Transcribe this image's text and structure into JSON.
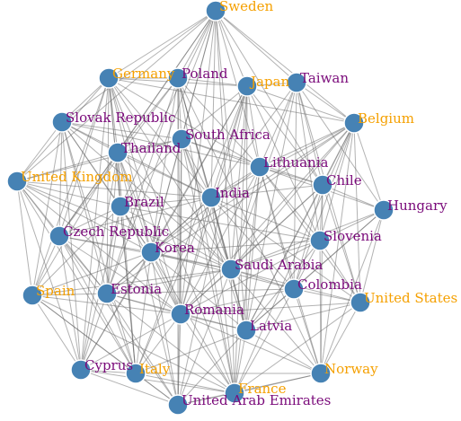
{
  "colors": {
    "node": "#4682b4",
    "edge": "#666666",
    "label_primary": "#f5a000",
    "label_secondary": "#7a0a7a"
  },
  "nodes": [
    {
      "id": "sweden",
      "label": "Sweden",
      "group": "primary"
    },
    {
      "id": "germany",
      "label": "Germany",
      "group": "primary"
    },
    {
      "id": "poland",
      "label": "Poland",
      "group": "secondary"
    },
    {
      "id": "japan",
      "label": "Japan",
      "group": "primary"
    },
    {
      "id": "taiwan",
      "label": "Taiwan",
      "group": "secondary"
    },
    {
      "id": "belgium",
      "label": "Belgium",
      "group": "primary"
    },
    {
      "id": "slovak",
      "label": "Slovak Republic",
      "group": "secondary"
    },
    {
      "id": "south_africa",
      "label": "South Africa",
      "group": "secondary"
    },
    {
      "id": "thailand",
      "label": "Thailand",
      "group": "secondary"
    },
    {
      "id": "lithuania",
      "label": "Lithuania",
      "group": "secondary"
    },
    {
      "id": "uk",
      "label": "United Kingdom",
      "group": "primary"
    },
    {
      "id": "chile",
      "label": "Chile",
      "group": "secondary"
    },
    {
      "id": "brazil",
      "label": "Brazil",
      "group": "secondary"
    },
    {
      "id": "india",
      "label": "India",
      "group": "secondary"
    },
    {
      "id": "hungary",
      "label": "Hungary",
      "group": "secondary"
    },
    {
      "id": "czech",
      "label": "Czech Republic",
      "group": "secondary"
    },
    {
      "id": "slovenia",
      "label": "Slovenia",
      "group": "secondary"
    },
    {
      "id": "korea",
      "label": "Korea",
      "group": "secondary"
    },
    {
      "id": "saudi",
      "label": "Saudi Arabia",
      "group": "secondary"
    },
    {
      "id": "spain",
      "label": "Spain",
      "group": "primary"
    },
    {
      "id": "estonia",
      "label": "Estonia",
      "group": "secondary"
    },
    {
      "id": "colombia",
      "label": "Colombia",
      "group": "secondary"
    },
    {
      "id": "us",
      "label": "United States",
      "group": "primary"
    },
    {
      "id": "romania",
      "label": "Romania",
      "group": "secondary"
    },
    {
      "id": "latvia",
      "label": "Latvia",
      "group": "secondary"
    },
    {
      "id": "cyprus",
      "label": "Cyprus",
      "group": "secondary"
    },
    {
      "id": "italy",
      "label": "Italy",
      "group": "primary"
    },
    {
      "id": "norway",
      "label": "Norway",
      "group": "primary"
    },
    {
      "id": "france",
      "label": "France",
      "group": "primary"
    },
    {
      "id": "uae",
      "label": "United Arab Emirates",
      "group": "secondary"
    }
  ],
  "edges": [
    [
      "sweden",
      "germany"
    ],
    [
      "sweden",
      "poland"
    ],
    [
      "sweden",
      "japan"
    ],
    [
      "sweden",
      "taiwan"
    ],
    [
      "sweden",
      "belgium"
    ],
    [
      "sweden",
      "thailand"
    ],
    [
      "sweden",
      "south_africa"
    ],
    [
      "sweden",
      "india"
    ],
    [
      "sweden",
      "korea"
    ],
    [
      "sweden",
      "uk"
    ],
    [
      "sweden",
      "brazil"
    ],
    [
      "sweden",
      "saudi"
    ],
    [
      "sweden",
      "romania"
    ],
    [
      "sweden",
      "latvia"
    ],
    [
      "sweden",
      "estonia"
    ],
    [
      "sweden",
      "slovak"
    ],
    [
      "sweden",
      "lithuania"
    ],
    [
      "sweden",
      "chile"
    ],
    [
      "sweden",
      "czech"
    ],
    [
      "germany",
      "poland"
    ],
    [
      "germany",
      "japan"
    ],
    [
      "germany",
      "slovak"
    ],
    [
      "germany",
      "thailand"
    ],
    [
      "germany",
      "uk"
    ],
    [
      "germany",
      "brazil"
    ],
    [
      "germany",
      "czech"
    ],
    [
      "germany",
      "india"
    ],
    [
      "germany",
      "korea"
    ],
    [
      "germany",
      "spain"
    ],
    [
      "germany",
      "estonia"
    ],
    [
      "germany",
      "romania"
    ],
    [
      "germany",
      "italy"
    ],
    [
      "germany",
      "france"
    ],
    [
      "germany",
      "belgium"
    ],
    [
      "germany",
      "lithuania"
    ],
    [
      "germany",
      "saudi"
    ],
    [
      "germany",
      "cyprus"
    ],
    [
      "poland",
      "japan"
    ],
    [
      "poland",
      "south_africa"
    ],
    [
      "poland",
      "thailand"
    ],
    [
      "poland",
      "lithuania"
    ],
    [
      "poland",
      "india"
    ],
    [
      "poland",
      "saudi"
    ],
    [
      "poland",
      "romania"
    ],
    [
      "poland",
      "latvia"
    ],
    [
      "poland",
      "korea"
    ],
    [
      "poland",
      "uae"
    ],
    [
      "poland",
      "czech"
    ],
    [
      "poland",
      "estonia"
    ],
    [
      "poland",
      "norway"
    ],
    [
      "poland",
      "france"
    ],
    [
      "japan",
      "taiwan"
    ],
    [
      "japan",
      "belgium"
    ],
    [
      "japan",
      "south_africa"
    ],
    [
      "japan",
      "lithuania"
    ],
    [
      "japan",
      "chile"
    ],
    [
      "japan",
      "india"
    ],
    [
      "japan",
      "korea"
    ],
    [
      "japan",
      "saudi"
    ],
    [
      "japan",
      "romania"
    ],
    [
      "japan",
      "latvia"
    ],
    [
      "japan",
      "france"
    ],
    [
      "japan",
      "uae"
    ],
    [
      "japan",
      "italy"
    ],
    [
      "japan",
      "cyprus"
    ],
    [
      "japan",
      "slovenia"
    ],
    [
      "taiwan",
      "belgium"
    ],
    [
      "taiwan",
      "lithuania"
    ],
    [
      "taiwan",
      "chile"
    ],
    [
      "taiwan",
      "hungary"
    ],
    [
      "taiwan",
      "slovenia"
    ],
    [
      "taiwan",
      "colombia"
    ],
    [
      "taiwan",
      "us"
    ],
    [
      "taiwan",
      "saudi"
    ],
    [
      "taiwan",
      "india"
    ],
    [
      "taiwan",
      "latvia"
    ],
    [
      "belgium",
      "lithuania"
    ],
    [
      "belgium",
      "chile"
    ],
    [
      "belgium",
      "hungary"
    ],
    [
      "belgium",
      "slovenia"
    ],
    [
      "belgium",
      "colombia"
    ],
    [
      "belgium",
      "us"
    ],
    [
      "belgium",
      "saudi"
    ],
    [
      "belgium",
      "romania"
    ],
    [
      "belgium",
      "latvia"
    ],
    [
      "belgium",
      "korea"
    ],
    [
      "belgium",
      "india"
    ],
    [
      "belgium",
      "france"
    ],
    [
      "belgium",
      "norway"
    ],
    [
      "belgium",
      "estonia"
    ],
    [
      "slovak",
      "thailand"
    ],
    [
      "slovak",
      "south_africa"
    ],
    [
      "slovak",
      "uk"
    ],
    [
      "slovak",
      "brazil"
    ],
    [
      "slovak",
      "czech"
    ],
    [
      "slovak",
      "india"
    ],
    [
      "slovak",
      "korea"
    ],
    [
      "slovak",
      "spain"
    ],
    [
      "slovak",
      "estonia"
    ],
    [
      "slovak",
      "lithuania"
    ],
    [
      "slovak",
      "saudi"
    ],
    [
      "slovak",
      "cyprus"
    ],
    [
      "slovak",
      "italy"
    ],
    [
      "south_africa",
      "thailand"
    ],
    [
      "south_africa",
      "lithuania"
    ],
    [
      "south_africa",
      "india"
    ],
    [
      "south_africa",
      "brazil"
    ],
    [
      "south_africa",
      "korea"
    ],
    [
      "south_africa",
      "saudi"
    ],
    [
      "south_africa",
      "uk"
    ],
    [
      "south_africa",
      "chile"
    ],
    [
      "south_africa",
      "romania"
    ],
    [
      "south_africa",
      "latvia"
    ],
    [
      "south_africa",
      "france"
    ],
    [
      "south_africa",
      "uae"
    ],
    [
      "thailand",
      "uk"
    ],
    [
      "thailand",
      "brazil"
    ],
    [
      "thailand",
      "czech"
    ],
    [
      "thailand",
      "india"
    ],
    [
      "thailand",
      "korea"
    ],
    [
      "thailand",
      "estonia"
    ],
    [
      "thailand",
      "spain"
    ],
    [
      "thailand",
      "romania"
    ],
    [
      "thailand",
      "saudi"
    ],
    [
      "thailand",
      "italy"
    ],
    [
      "thailand",
      "uae"
    ],
    [
      "thailand",
      "cyprus"
    ],
    [
      "lithuania",
      "chile"
    ],
    [
      "lithuania",
      "india"
    ],
    [
      "lithuania",
      "slovenia"
    ],
    [
      "lithuania",
      "saudi"
    ],
    [
      "lithuania",
      "colombia"
    ],
    [
      "lithuania",
      "latvia"
    ],
    [
      "lithuania",
      "romania"
    ],
    [
      "lithuania",
      "hungary"
    ],
    [
      "lithuania",
      "us"
    ],
    [
      "lithuania",
      "korea"
    ],
    [
      "lithuania",
      "norway"
    ],
    [
      "lithuania",
      "france"
    ],
    [
      "uk",
      "brazil"
    ],
    [
      "uk",
      "czech"
    ],
    [
      "uk",
      "spain"
    ],
    [
      "uk",
      "estonia"
    ],
    [
      "uk",
      "korea"
    ],
    [
      "uk",
      "india"
    ],
    [
      "uk",
      "romania"
    ],
    [
      "uk",
      "cyprus"
    ],
    [
      "uk",
      "italy"
    ],
    [
      "uk",
      "saudi"
    ],
    [
      "chile",
      "hungary"
    ],
    [
      "chile",
      "slovenia"
    ],
    [
      "chile",
      "colombia"
    ],
    [
      "chile",
      "us"
    ],
    [
      "chile",
      "saudi"
    ],
    [
      "chile",
      "latvia"
    ],
    [
      "chile",
      "india"
    ],
    [
      "chile",
      "norway"
    ],
    [
      "chile",
      "romania"
    ],
    [
      "brazil",
      "india"
    ],
    [
      "brazil",
      "czech"
    ],
    [
      "brazil",
      "korea"
    ],
    [
      "brazil",
      "estonia"
    ],
    [
      "brazil",
      "saudi"
    ],
    [
      "brazil",
      "romania"
    ],
    [
      "brazil",
      "spain"
    ],
    [
      "brazil",
      "cyprus"
    ],
    [
      "brazil",
      "italy"
    ],
    [
      "brazil",
      "slovenia"
    ],
    [
      "india",
      "korea"
    ],
    [
      "india",
      "saudi"
    ],
    [
      "india",
      "romania"
    ],
    [
      "india",
      "slovenia"
    ],
    [
      "india",
      "colombia"
    ],
    [
      "india",
      "latvia"
    ],
    [
      "india",
      "estonia"
    ],
    [
      "india",
      "czech"
    ],
    [
      "india",
      "us"
    ],
    [
      "india",
      "france"
    ],
    [
      "india",
      "italy"
    ],
    [
      "hungary",
      "slovenia"
    ],
    [
      "hungary",
      "colombia"
    ],
    [
      "hungary",
      "us"
    ],
    [
      "hungary",
      "saudi"
    ],
    [
      "hungary",
      "latvia"
    ],
    [
      "hungary",
      "norway"
    ],
    [
      "czech",
      "korea"
    ],
    [
      "czech",
      "spain"
    ],
    [
      "czech",
      "estonia"
    ],
    [
      "czech",
      "romania"
    ],
    [
      "czech",
      "cyprus"
    ],
    [
      "czech",
      "italy"
    ],
    [
      "czech",
      "saudi"
    ],
    [
      "czech",
      "uae"
    ],
    [
      "slovenia",
      "colombia"
    ],
    [
      "slovenia",
      "us"
    ],
    [
      "slovenia",
      "saudi"
    ],
    [
      "slovenia",
      "latvia"
    ],
    [
      "slovenia",
      "romania"
    ],
    [
      "slovenia",
      "norway"
    ],
    [
      "slovenia",
      "korea"
    ],
    [
      "korea",
      "saudi"
    ],
    [
      "korea",
      "estonia"
    ],
    [
      "korea",
      "romania"
    ],
    [
      "korea",
      "spain"
    ],
    [
      "korea",
      "latvia"
    ],
    [
      "korea",
      "cyprus"
    ],
    [
      "korea",
      "italy"
    ],
    [
      "korea",
      "france"
    ],
    [
      "korea",
      "uae"
    ],
    [
      "korea",
      "colombia"
    ],
    [
      "saudi",
      "colombia"
    ],
    [
      "saudi",
      "romania"
    ],
    [
      "saudi",
      "latvia"
    ],
    [
      "saudi",
      "estonia"
    ],
    [
      "saudi",
      "us"
    ],
    [
      "saudi",
      "norway"
    ],
    [
      "saudi",
      "france"
    ],
    [
      "saudi",
      "uae"
    ],
    [
      "saudi",
      "spain"
    ],
    [
      "spain",
      "estonia"
    ],
    [
      "spain",
      "romania"
    ],
    [
      "spain",
      "cyprus"
    ],
    [
      "spain",
      "italy"
    ],
    [
      "spain",
      "uae"
    ],
    [
      "spain",
      "france"
    ],
    [
      "estonia",
      "romania"
    ],
    [
      "estonia",
      "cyprus"
    ],
    [
      "estonia",
      "italy"
    ],
    [
      "estonia",
      "latvia"
    ],
    [
      "estonia",
      "uae"
    ],
    [
      "estonia",
      "colombia"
    ],
    [
      "estonia",
      "france"
    ],
    [
      "colombia",
      "us"
    ],
    [
      "colombia",
      "romania"
    ],
    [
      "colombia",
      "latvia"
    ],
    [
      "colombia",
      "norway"
    ],
    [
      "colombia",
      "france"
    ],
    [
      "us",
      "latvia"
    ],
    [
      "us",
      "norway"
    ],
    [
      "us",
      "romania"
    ],
    [
      "us",
      "france"
    ],
    [
      "romania",
      "latvia"
    ],
    [
      "romania",
      "cyprus"
    ],
    [
      "romania",
      "italy"
    ],
    [
      "romania",
      "norway"
    ],
    [
      "romania",
      "france"
    ],
    [
      "romania",
      "uae"
    ],
    [
      "latvia",
      "norway"
    ],
    [
      "latvia",
      "france"
    ],
    [
      "latvia",
      "uae"
    ],
    [
      "latvia",
      "italy"
    ],
    [
      "cyprus",
      "italy"
    ],
    [
      "cyprus",
      "france"
    ],
    [
      "cyprus",
      "uae"
    ],
    [
      "italy",
      "france"
    ],
    [
      "italy",
      "uae"
    ],
    [
      "italy",
      "norway"
    ],
    [
      "norway",
      "france"
    ],
    [
      "norway",
      "uae"
    ],
    [
      "france",
      "uae"
    ]
  ]
}
